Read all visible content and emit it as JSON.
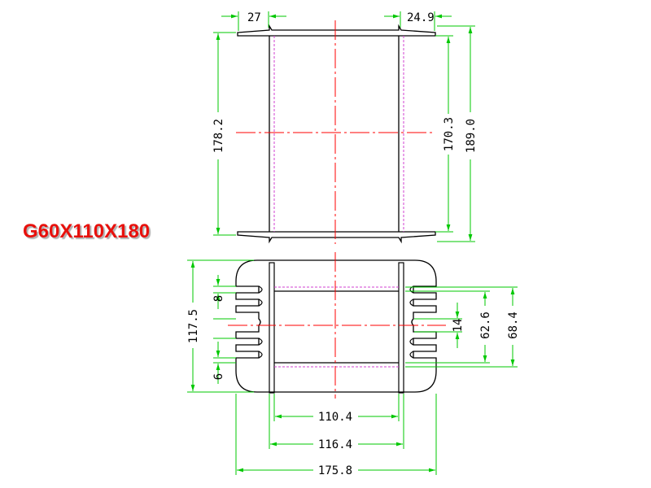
{
  "title": "G60X110X180",
  "dimensions": {
    "top_left_flange": "27",
    "top_right_flange": "24.9",
    "left_height": "178.2",
    "inner_height": "170.3",
    "outer_height": "189.0",
    "slot_width": "8",
    "body_height": "117.5",
    "slot_bottom": "6",
    "inner_slot": "14",
    "window_height": "62.6",
    "outer_slot": "68.4",
    "inner_width": "110.4",
    "mid_width": "116.4",
    "overall_width": "175.8"
  },
  "colors": {
    "dimension": "#00c800",
    "centerline": "#ff0000",
    "hidden": "#d040d0",
    "outline": "#000000",
    "title": "#e8100c"
  }
}
